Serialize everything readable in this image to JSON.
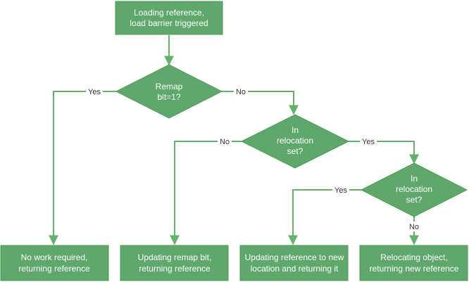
{
  "colors": {
    "node_fill": "#5fa86b",
    "node_stroke": "#4e9a5a",
    "edge": "#62b26a",
    "text": "#ffffff",
    "label": "#333333"
  },
  "nodes": {
    "start": {
      "line1": "Loading reference,",
      "line2": "load barrier triggered"
    },
    "remap_decision": {
      "line1": "Remap",
      "line2": "bit=1?"
    },
    "reloc_decision_1": {
      "line1": "In",
      "line2": "relocation",
      "line3": "set?"
    },
    "reloc_decision_2": {
      "line1": "In",
      "line2": "relocation",
      "line3": "set?"
    },
    "no_work": {
      "line1": "No work required,",
      "line2": "returning reference"
    },
    "update_remap": {
      "line1": "Updating remap bit,",
      "line2": "returning reference"
    },
    "update_reference": {
      "line1": "Updating reference to new",
      "line2": "location and returning it"
    },
    "relocate_object": {
      "line1": "Relocating object,",
      "line2": "returning new reference"
    }
  },
  "edges": {
    "remap_yes": "Yes",
    "remap_no": "No",
    "reloc1_no": "No",
    "reloc1_yes": "Yes",
    "reloc2_yes": "Yes",
    "reloc2_no": "No"
  }
}
